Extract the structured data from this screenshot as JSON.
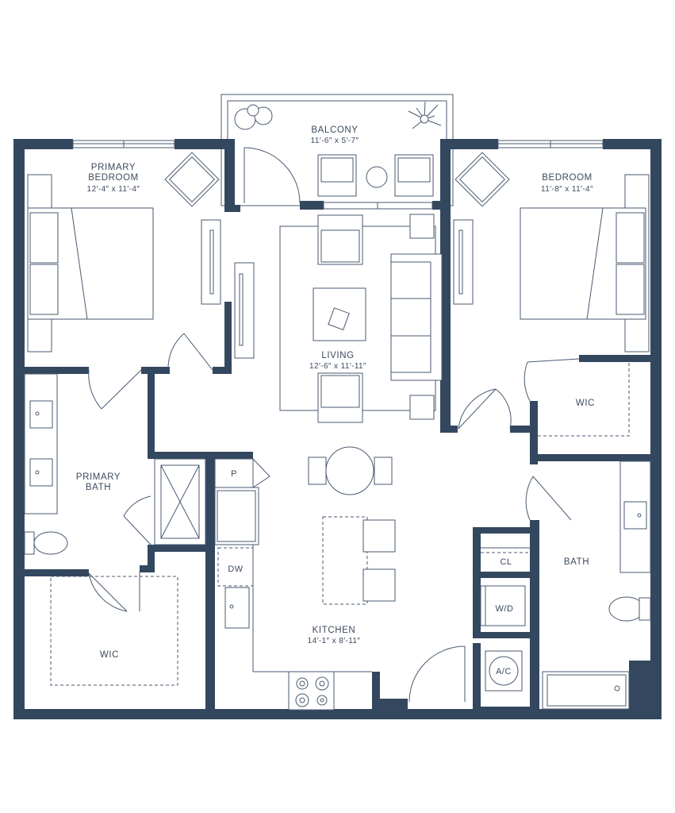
{
  "colors": {
    "wall": "#33475f",
    "line": "#4a5a70",
    "background": "#ffffff"
  },
  "rooms": {
    "balcony": {
      "name": "BALCONY",
      "dims": "11′-6″ x 5′-7″"
    },
    "primary_bedroom": {
      "name_line1": "PRIMARY",
      "name_line2": "BEDROOM",
      "dims": "12′-4″ x 11′-4″"
    },
    "bedroom": {
      "name": "BEDROOM",
      "dims": "11′-8″ x 11′-4″"
    },
    "living": {
      "name": "LIVING",
      "dims": "12′-6″ x 11′-11″"
    },
    "kitchen": {
      "name": "KITCHEN",
      "dims": "14′-1″ x 8′-11″"
    },
    "primary_bath": {
      "name_line1": "PRIMARY",
      "name_line2": "BATH"
    },
    "bath": {
      "name": "BATH"
    },
    "wic_primary": {
      "name": "WIC"
    },
    "wic_bedroom": {
      "name": "WIC"
    }
  },
  "fixtures": {
    "pantry": "P",
    "dishwasher": "DW",
    "closet": "CL",
    "washer_dryer": "W/D",
    "ac": "A/C"
  }
}
